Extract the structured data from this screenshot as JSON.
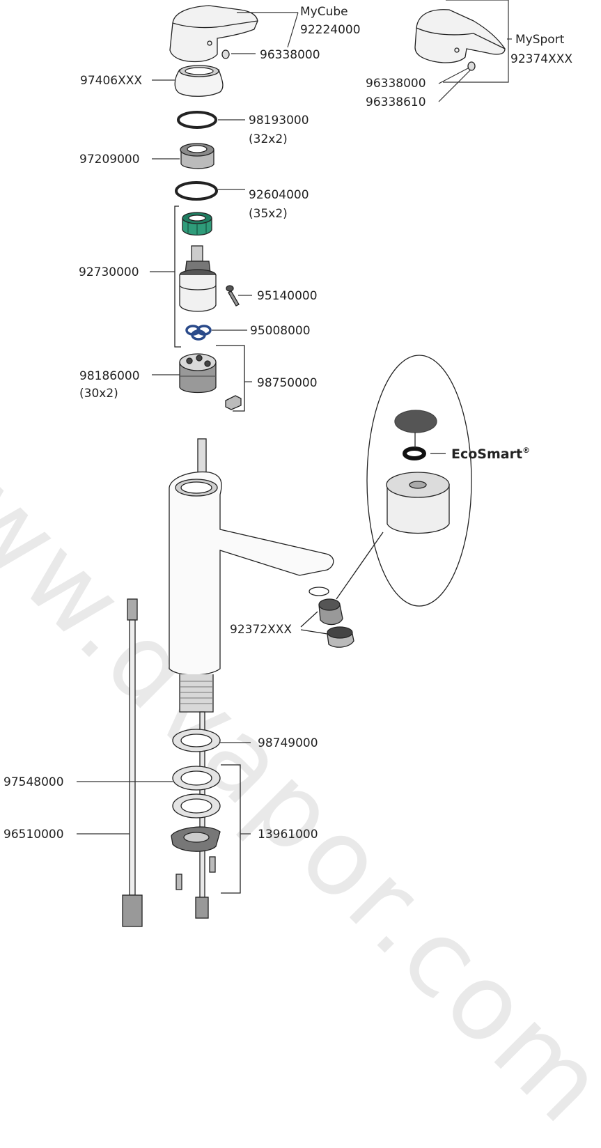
{
  "watermark": "www.dvapor.com",
  "labels": {
    "mycube_name": "MyCube",
    "mycube_code": "92224000",
    "pin_a": "96338000",
    "mysport_name": "MySport",
    "mysport_code": "92374XXX",
    "pin_b": "96338000",
    "pin_c": "96338610",
    "cap": "97406XXX",
    "oring1": "98193000",
    "oring1_size": "(32x2)",
    "nut": "97209000",
    "oring2": "92604000",
    "oring2_size": "(35x2)",
    "cartridge": "92730000",
    "screw": "95140000",
    "seals": "95008000",
    "diverter": "98186000",
    "diverter_size": "(30x2)",
    "clip": "98750000",
    "ecosmart": "EcoSmart",
    "ecosmart_mark": "®",
    "aerator": "92372XXX",
    "ring_top": "98749000",
    "ring_mid": "97548000",
    "hose": "96510000",
    "mount_set": "13961000"
  }
}
